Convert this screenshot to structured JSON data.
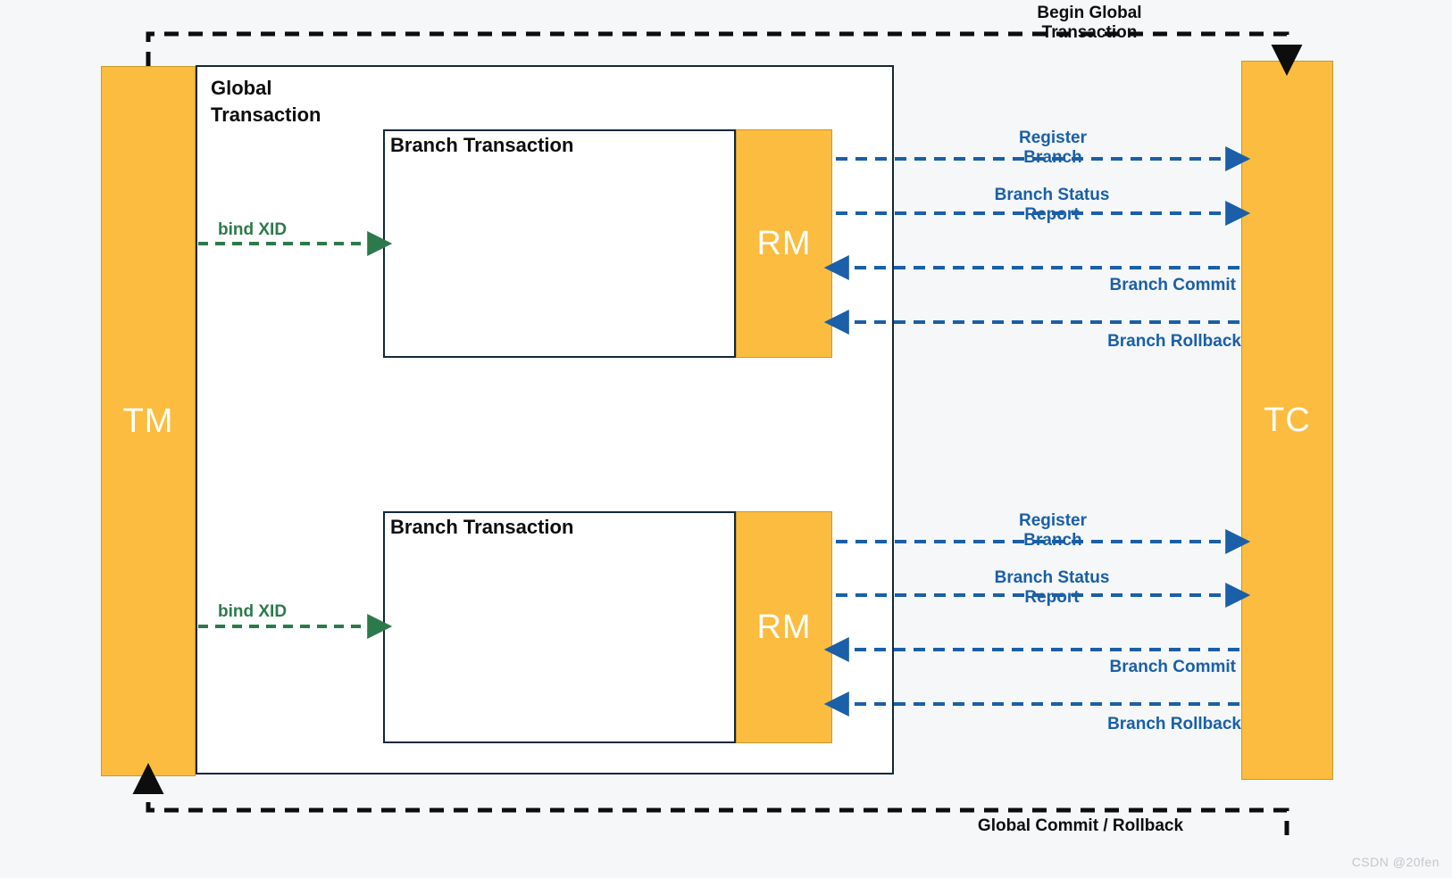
{
  "diagram": {
    "title": "Seata distributed transaction flow",
    "background_color": "#f5f7f9",
    "watermark": "CSDN @20fen"
  },
  "actors": {
    "tm": {
      "label": "TM",
      "color": "#fbbc3f"
    },
    "tc": {
      "label": "TC",
      "color": "#fbbc3f"
    },
    "rm_top": {
      "label": "RM",
      "color": "#fbbc3f"
    },
    "rm_bottom": {
      "label": "RM",
      "color": "#fbbc3f"
    }
  },
  "containers": {
    "global_transaction": {
      "title": "Global\nTransaction",
      "border_color": "#12283c"
    },
    "branch_transaction_top": {
      "title": "Branch Transaction",
      "border_color": "#12283c"
    },
    "branch_transaction_bottom": {
      "title": "Branch Transaction",
      "border_color": "#12283c"
    }
  },
  "flows": {
    "begin_global": {
      "label": "Begin Global\nTransaction",
      "color": "#0d0d0d",
      "style": "dashed",
      "from": "TM",
      "to": "TC"
    },
    "global_commit_rollback": {
      "label": "Global Commit / Rollback",
      "color": "#0d0d0d",
      "style": "dashed",
      "from": "TC",
      "to": "TM"
    },
    "bind_xid_top": {
      "label": "bind XID",
      "color": "#2c7a4b",
      "style": "dashed",
      "from": "TM",
      "to": "Branch Transaction"
    },
    "bind_xid_bottom": {
      "label": "bind XID",
      "color": "#2c7a4b",
      "style": "dashed",
      "from": "TM",
      "to": "Branch Transaction"
    },
    "register_branch_top": {
      "label": "Register\nBranch",
      "color": "#1a5fa8",
      "style": "dashed",
      "from": "RM",
      "to": "TC"
    },
    "branch_status_report_top": {
      "label": "Branch Status\nReport",
      "color": "#1a5fa8",
      "style": "dashed",
      "from": "RM",
      "to": "TC"
    },
    "branch_commit_top": {
      "label": "Branch Commit",
      "color": "#1a5fa8",
      "style": "dashed",
      "from": "TC",
      "to": "RM"
    },
    "branch_rollback_top": {
      "label": "Branch Rollback",
      "color": "#1a5fa8",
      "style": "dashed",
      "from": "TC",
      "to": "RM"
    },
    "register_branch_bottom": {
      "label": "Register\nBranch",
      "color": "#1a5fa8",
      "style": "dashed",
      "from": "RM",
      "to": "TC"
    },
    "branch_status_report_bottom": {
      "label": "Branch Status\nReport",
      "color": "#1a5fa8",
      "style": "dashed",
      "from": "RM",
      "to": "TC"
    },
    "branch_commit_bottom": {
      "label": "Branch Commit",
      "color": "#1a5fa8",
      "style": "dashed",
      "from": "TC",
      "to": "RM"
    },
    "branch_rollback_bottom": {
      "label": "Branch Rollback",
      "color": "#1a5fa8",
      "style": "dashed",
      "from": "TC",
      "to": "RM"
    }
  }
}
